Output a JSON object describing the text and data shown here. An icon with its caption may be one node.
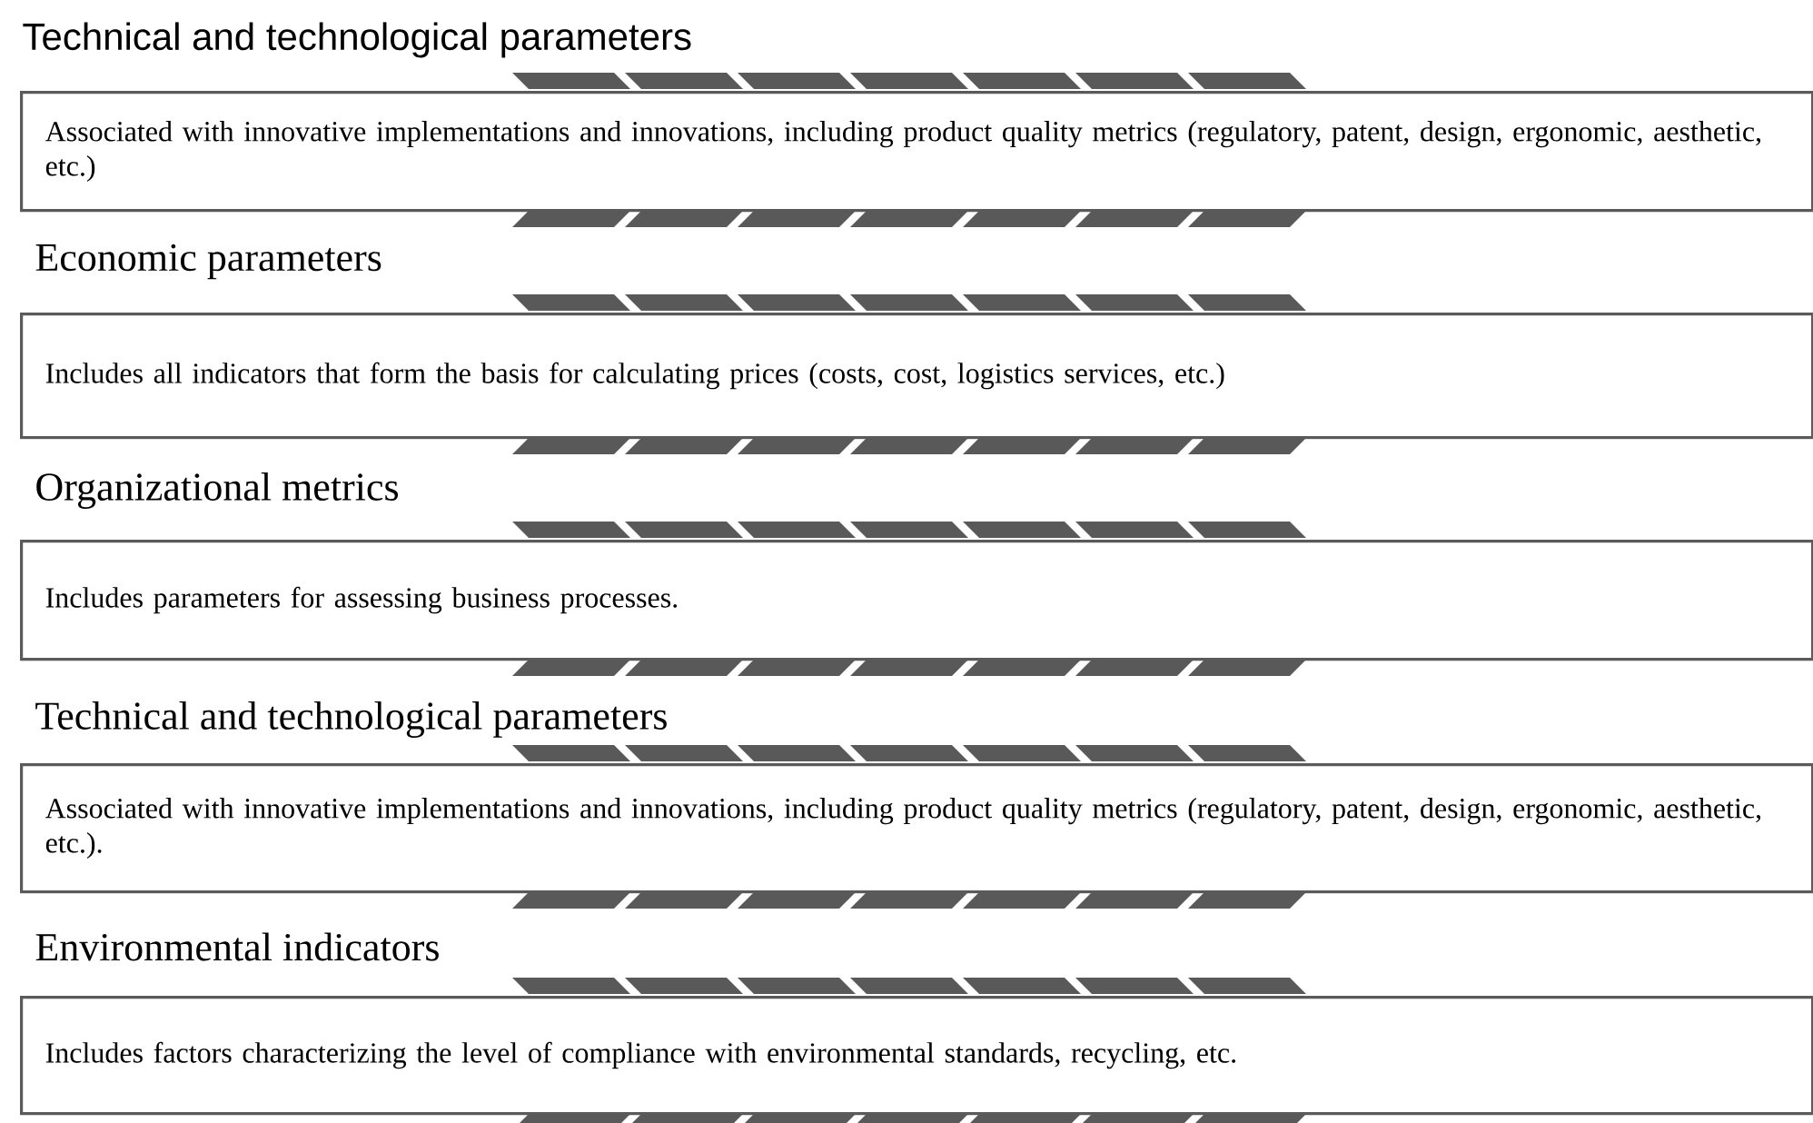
{
  "diagram": {
    "nodes": [
      {
        "text": [
          "Technical and technological parameters",
          "Associated with innovative implementations and innovations, including product quality metrics (regulatory, patent, design, ergonomic, aesthetic, etc.)"
        ]
      },
      {
        "text": [
          "Economic parameters",
          "Includes all indicators that form the basis for calculating prices (costs, cost, logistics services, etc.)"
        ]
      },
      {
        "text": [
          "Organizational metrics",
          "Includes parameters for assessing business processes."
        ]
      },
      {
        "text": [
          "Technical and technological parameters",
          "Associated with innovative implementations and innovations, including product quality metrics (regulatory, patent, design, ergonomic, aesthetic, etc.)."
        ]
      },
      {
        "text": [
          "Environmental indicators",
          "Includes factors characterizing the level of compliance with environmental standards, recycling, etc."
        ]
      }
    ]
  }
}
